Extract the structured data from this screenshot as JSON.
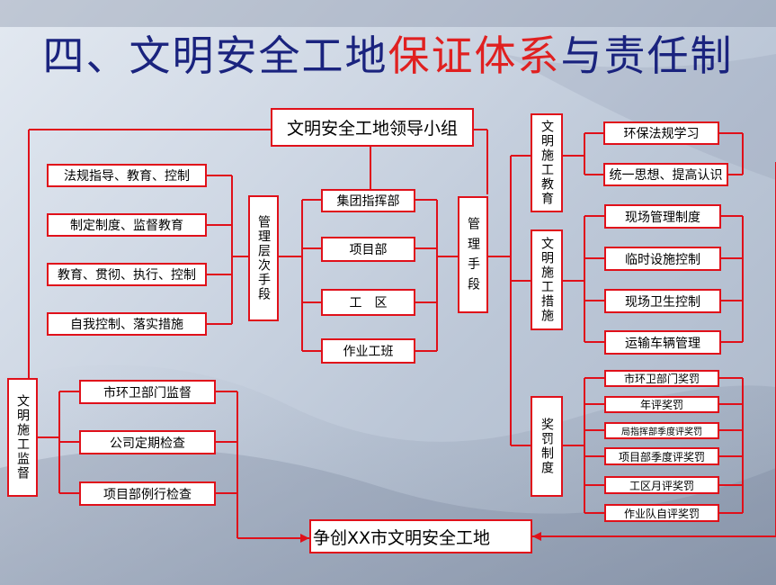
{
  "title": {
    "part1": "四、文明安全工地",
    "part2": "保证体系",
    "part3": "与责任制"
  },
  "top_box": "文明安全工地领导小组",
  "bottom_box": "争创XX市文明安全工地",
  "left_items": [
    "法规指导、教育、控制",
    "制定制度、监督教育",
    "教育、贯彻、执行、控制",
    "自我控制、落实措施"
  ],
  "mgmt_level": "管理层次手段",
  "center_items": [
    "集团指挥部",
    "项目部",
    "工　区",
    "作业工班"
  ],
  "mgmt_means": "管 理 手 段",
  "supervision": "文明施工监督",
  "supervision_items": [
    "市环卫部门监督",
    "公司定期检查",
    "项目部例行检查"
  ],
  "right_groups": [
    {
      "label": "文明施工教育",
      "items": [
        "环保法规学习",
        "统一思想、提高认识"
      ]
    },
    {
      "label": "文明施工措施",
      "items": [
        "现场管理制度",
        "临时设施控制",
        "现场卫生控制",
        "运输车辆管理"
      ]
    },
    {
      "label": "奖罚制度",
      "items": [
        "市环卫部门奖罚",
        "年评奖罚",
        "局指挥部季度评奖罚",
        "项目部季度评奖罚",
        "工区月评奖罚",
        "作业队自评奖罚"
      ]
    }
  ],
  "colors": {
    "line": "#e0101a",
    "title_blue": "#1a237e",
    "title_red": "#e02020"
  }
}
